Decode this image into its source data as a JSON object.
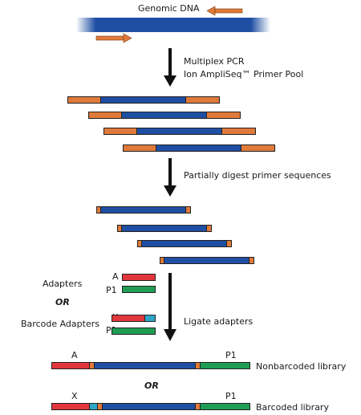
{
  "labels": {
    "genomic_dna": "Genomic DNA",
    "step1_line1": "Multiplex PCR",
    "step1_line2": "Ion AmpliSeq™ Primer Pool",
    "step2": "Partially digest primer sequences",
    "step3": "Ligate adapters",
    "adapters": "Adapters",
    "or": "OR",
    "barcode_adapters": "Barcode Adapters",
    "adapter_a": "A",
    "adapter_p1": "P1",
    "adapter_x": "X",
    "lib_a": "A",
    "lib_p1": "P1",
    "lib_x": "X",
    "lib_p1_b": "P1",
    "nonbarcoded_library": "Nonbarcoded library",
    "barcoded_library": "Barcoded library"
  },
  "colors": {
    "dna_blue": "#1f4fa3",
    "primer_orange": "#e07a3a",
    "adapter_red": "#e2363d",
    "adapter_green": "#1f9d55",
    "barcode_cyan": "#2fa6c9",
    "arrow_black": "#111111",
    "arrow_orange": "#e07a3a"
  }
}
